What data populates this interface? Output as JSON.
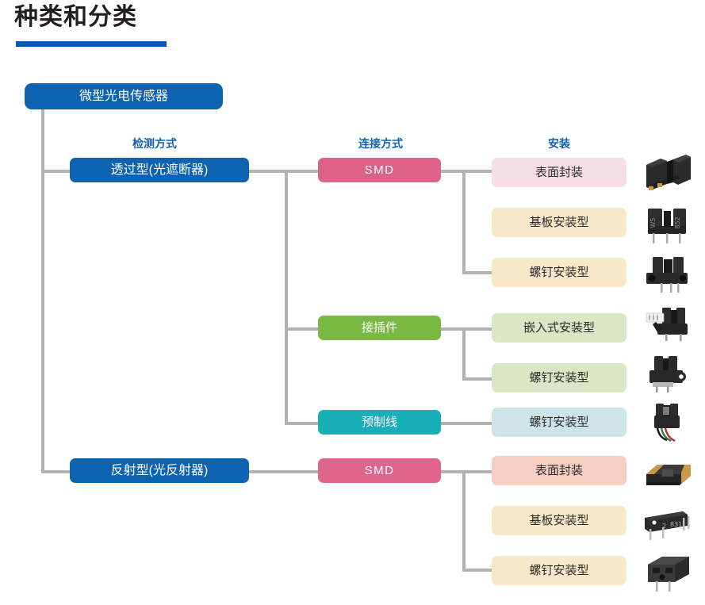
{
  "page": {
    "title": "种类和分类"
  },
  "headers": [
    {
      "label": "检测方式"
    },
    {
      "label": "连接方式"
    },
    {
      "label": "安装"
    }
  ],
  "root": {
    "label": "微型光电传感器"
  },
  "branches": [
    {
      "type": {
        "label": "透过型(光遮断器)",
        "color": "#0d63b0"
      },
      "connections": [
        {
          "label": "SMD",
          "color": "#dd6289",
          "mounts": [
            {
              "label": "表面封装",
              "color": "#f6dde6",
              "photo": "photointerrupter-smd"
            },
            {
              "label": "基板安装型",
              "color": "#f7e8c9",
              "photo": "photointerrupter-through-hole"
            },
            {
              "label": "螺钉安装型",
              "color": "#f7e8c9",
              "photo": "photointerrupter-screw"
            }
          ]
        },
        {
          "label": "接插件",
          "color": "#78b843",
          "mounts": [
            {
              "label": "嵌入式安装型",
              "color": "#d9e7c5",
              "photo": "photointerrupter-connector"
            },
            {
              "label": "螺钉安装型",
              "color": "#d9e7c5",
              "photo": "photointerrupter-connector-screw"
            }
          ]
        },
        {
          "label": "预制线",
          "color": "#17b0b8",
          "mounts": [
            {
              "label": "螺钉安装型",
              "color": "#cde5e6",
              "photo": "photointerrupter-cable"
            }
          ]
        }
      ]
    },
    {
      "type": {
        "label": "反射型(光反射器)",
        "color": "#0d63b0"
      },
      "connections": [
        {
          "label": "SMD",
          "color": "#e0658d",
          "mounts": [
            {
              "label": "表面封装",
              "color": "#f7cfc2",
              "photo": "photoreflector-smd"
            },
            {
              "label": "基板安装型",
              "color": "#f7e8c9",
              "photo": "photoreflector-through-hole"
            },
            {
              "label": "螺钉安装型",
              "color": "#f7e8c9",
              "photo": "photoreflector-screw"
            }
          ]
        }
      ]
    }
  ],
  "colors": {
    "accent_blue": "#0659b2",
    "node_blue": "#0d63b0",
    "header_blue": "#1463ad",
    "line_gray": "#b2b2b2",
    "title_black": "#231f20"
  }
}
